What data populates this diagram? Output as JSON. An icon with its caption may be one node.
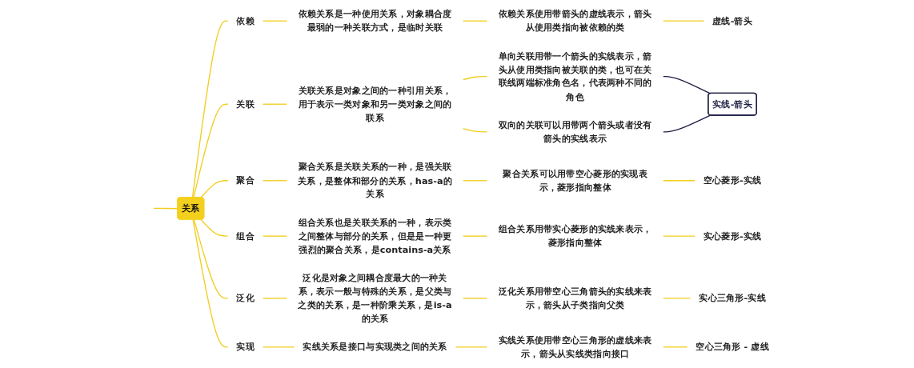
{
  "diagram": {
    "nodes": [
      {
        "text": [
          "关系"
        ]
      },
      {
        "text": [
          "依赖"
        ]
      },
      {
        "text": [
          "依赖关系是一种使用关系，对象耦合度最弱的一种关联方式，是临时关联"
        ]
      },
      {
        "text": [
          "依赖关系使用带箭头的虚线表示，箭头从使用类指向被依赖的类"
        ]
      },
      {
        "text": [
          "虚线-箭头"
        ]
      },
      {
        "text": [
          "关联"
        ]
      },
      {
        "text": [
          "关联关系是对象之间的一种引用关系，用于表示一类对象和另一类对象之间的联系"
        ]
      },
      {
        "text": [
          "单向关联用带一个箭头的实线表示，箭头从使用类指向被关联的类，也可在关联线两端标准角色名，代表两种不同的角色"
        ]
      },
      {
        "text": [
          "双向的关联可以用带两个箭头或者没有箭头的实线表示"
        ]
      },
      {
        "text": [
          "实线-箭头"
        ]
      },
      {
        "text": [
          "聚合"
        ]
      },
      {
        "text": [
          "聚合关系是关联关系的一种，是强关联关系，是整体和部分的关系，has-a的关系"
        ]
      },
      {
        "text": [
          "聚合关系可以用带空心菱形的实现表示，菱形指向整体"
        ]
      },
      {
        "text": [
          "空心菱形-实线"
        ]
      },
      {
        "text": [
          "组合"
        ]
      },
      {
        "text": [
          "组合关系也是关联关系的一种，表示类之间整体与部分的关系，但是是一种更强烈的聚合关系，是contains-a关系"
        ]
      },
      {
        "text": [
          "组合关系用带实心菱形的实线来表示，菱形指向整体"
        ]
      },
      {
        "text": [
          "实心菱形-实线"
        ]
      },
      {
        "text": [
          "泛化"
        ]
      },
      {
        "text": [
          "泛化是对象之间耦合度最大的一种关系，表示一般与特殊的关系，是父类与之类的关系，是一种阶乘关系，是is-a的关系"
        ]
      },
      {
        "text": [
          "泛化关系用带空心三角箭头的实线来表示，箭头从子类指向父类"
        ]
      },
      {
        "text": [
          "实心三角形-实线"
        ]
      },
      {
        "text": [
          "实现"
        ]
      },
      {
        "text": [
          "实线关系是接口与实现类之间的关系"
        ]
      },
      {
        "text": [
          "实线关系使用带空心三角形的虚线来表示，箭头从实线类指向接口"
        ]
      },
      {
        "text": [
          "空心三角形 - 虚线"
        ]
      }
    ],
    "edges": [
      {
        "from": null,
        "to": 0,
        "arrow": "none"
      },
      {
        "from": 0,
        "to": 1,
        "arrow": "none"
      },
      {
        "from": 0,
        "to": 5,
        "arrow": "none"
      },
      {
        "from": 0,
        "to": 10,
        "arrow": "none"
      },
      {
        "from": 0,
        "to": 14,
        "arrow": "none"
      },
      {
        "from": 0,
        "to": 18,
        "arrow": "none"
      },
      {
        "from": 0,
        "to": 22,
        "arrow": "none"
      },
      {
        "from": 1,
        "to": 2,
        "arrow": "none"
      },
      {
        "from": 2,
        "to": 3,
        "arrow": "none"
      },
      {
        "from": 3,
        "to": 4,
        "arrow": "none"
      },
      {
        "from": 5,
        "to": 6,
        "arrow": "none"
      },
      {
        "from": 6,
        "to": 7,
        "arrow": "none"
      },
      {
        "from": 6,
        "to": 8,
        "arrow": "none"
      },
      {
        "from": 7,
        "to": 9,
        "arrow": "none",
        "color": "#1e1e46"
      },
      {
        "from": 8,
        "to": 9,
        "arrow": "none",
        "color": "#1e1e46"
      },
      {
        "from": 10,
        "to": 11,
        "arrow": "none"
      },
      {
        "from": 11,
        "to": 12,
        "arrow": "none"
      },
      {
        "from": 12,
        "to": 13,
        "arrow": "none"
      },
      {
        "from": 14,
        "to": 15,
        "arrow": "none"
      },
      {
        "from": 15,
        "to": 16,
        "arrow": "none"
      },
      {
        "from": 16,
        "to": 17,
        "arrow": "none"
      },
      {
        "from": 18,
        "to": 19,
        "arrow": "none"
      },
      {
        "from": 19,
        "to": 20,
        "arrow": "none"
      },
      {
        "from": 20,
        "to": 21,
        "arrow": "none"
      },
      {
        "from": 22,
        "to": 23,
        "arrow": "none"
      },
      {
        "from": 23,
        "to": 24,
        "arrow": "none"
      },
      {
        "from": 24,
        "to": 25,
        "arrow": "none"
      }
    ]
  }
}
